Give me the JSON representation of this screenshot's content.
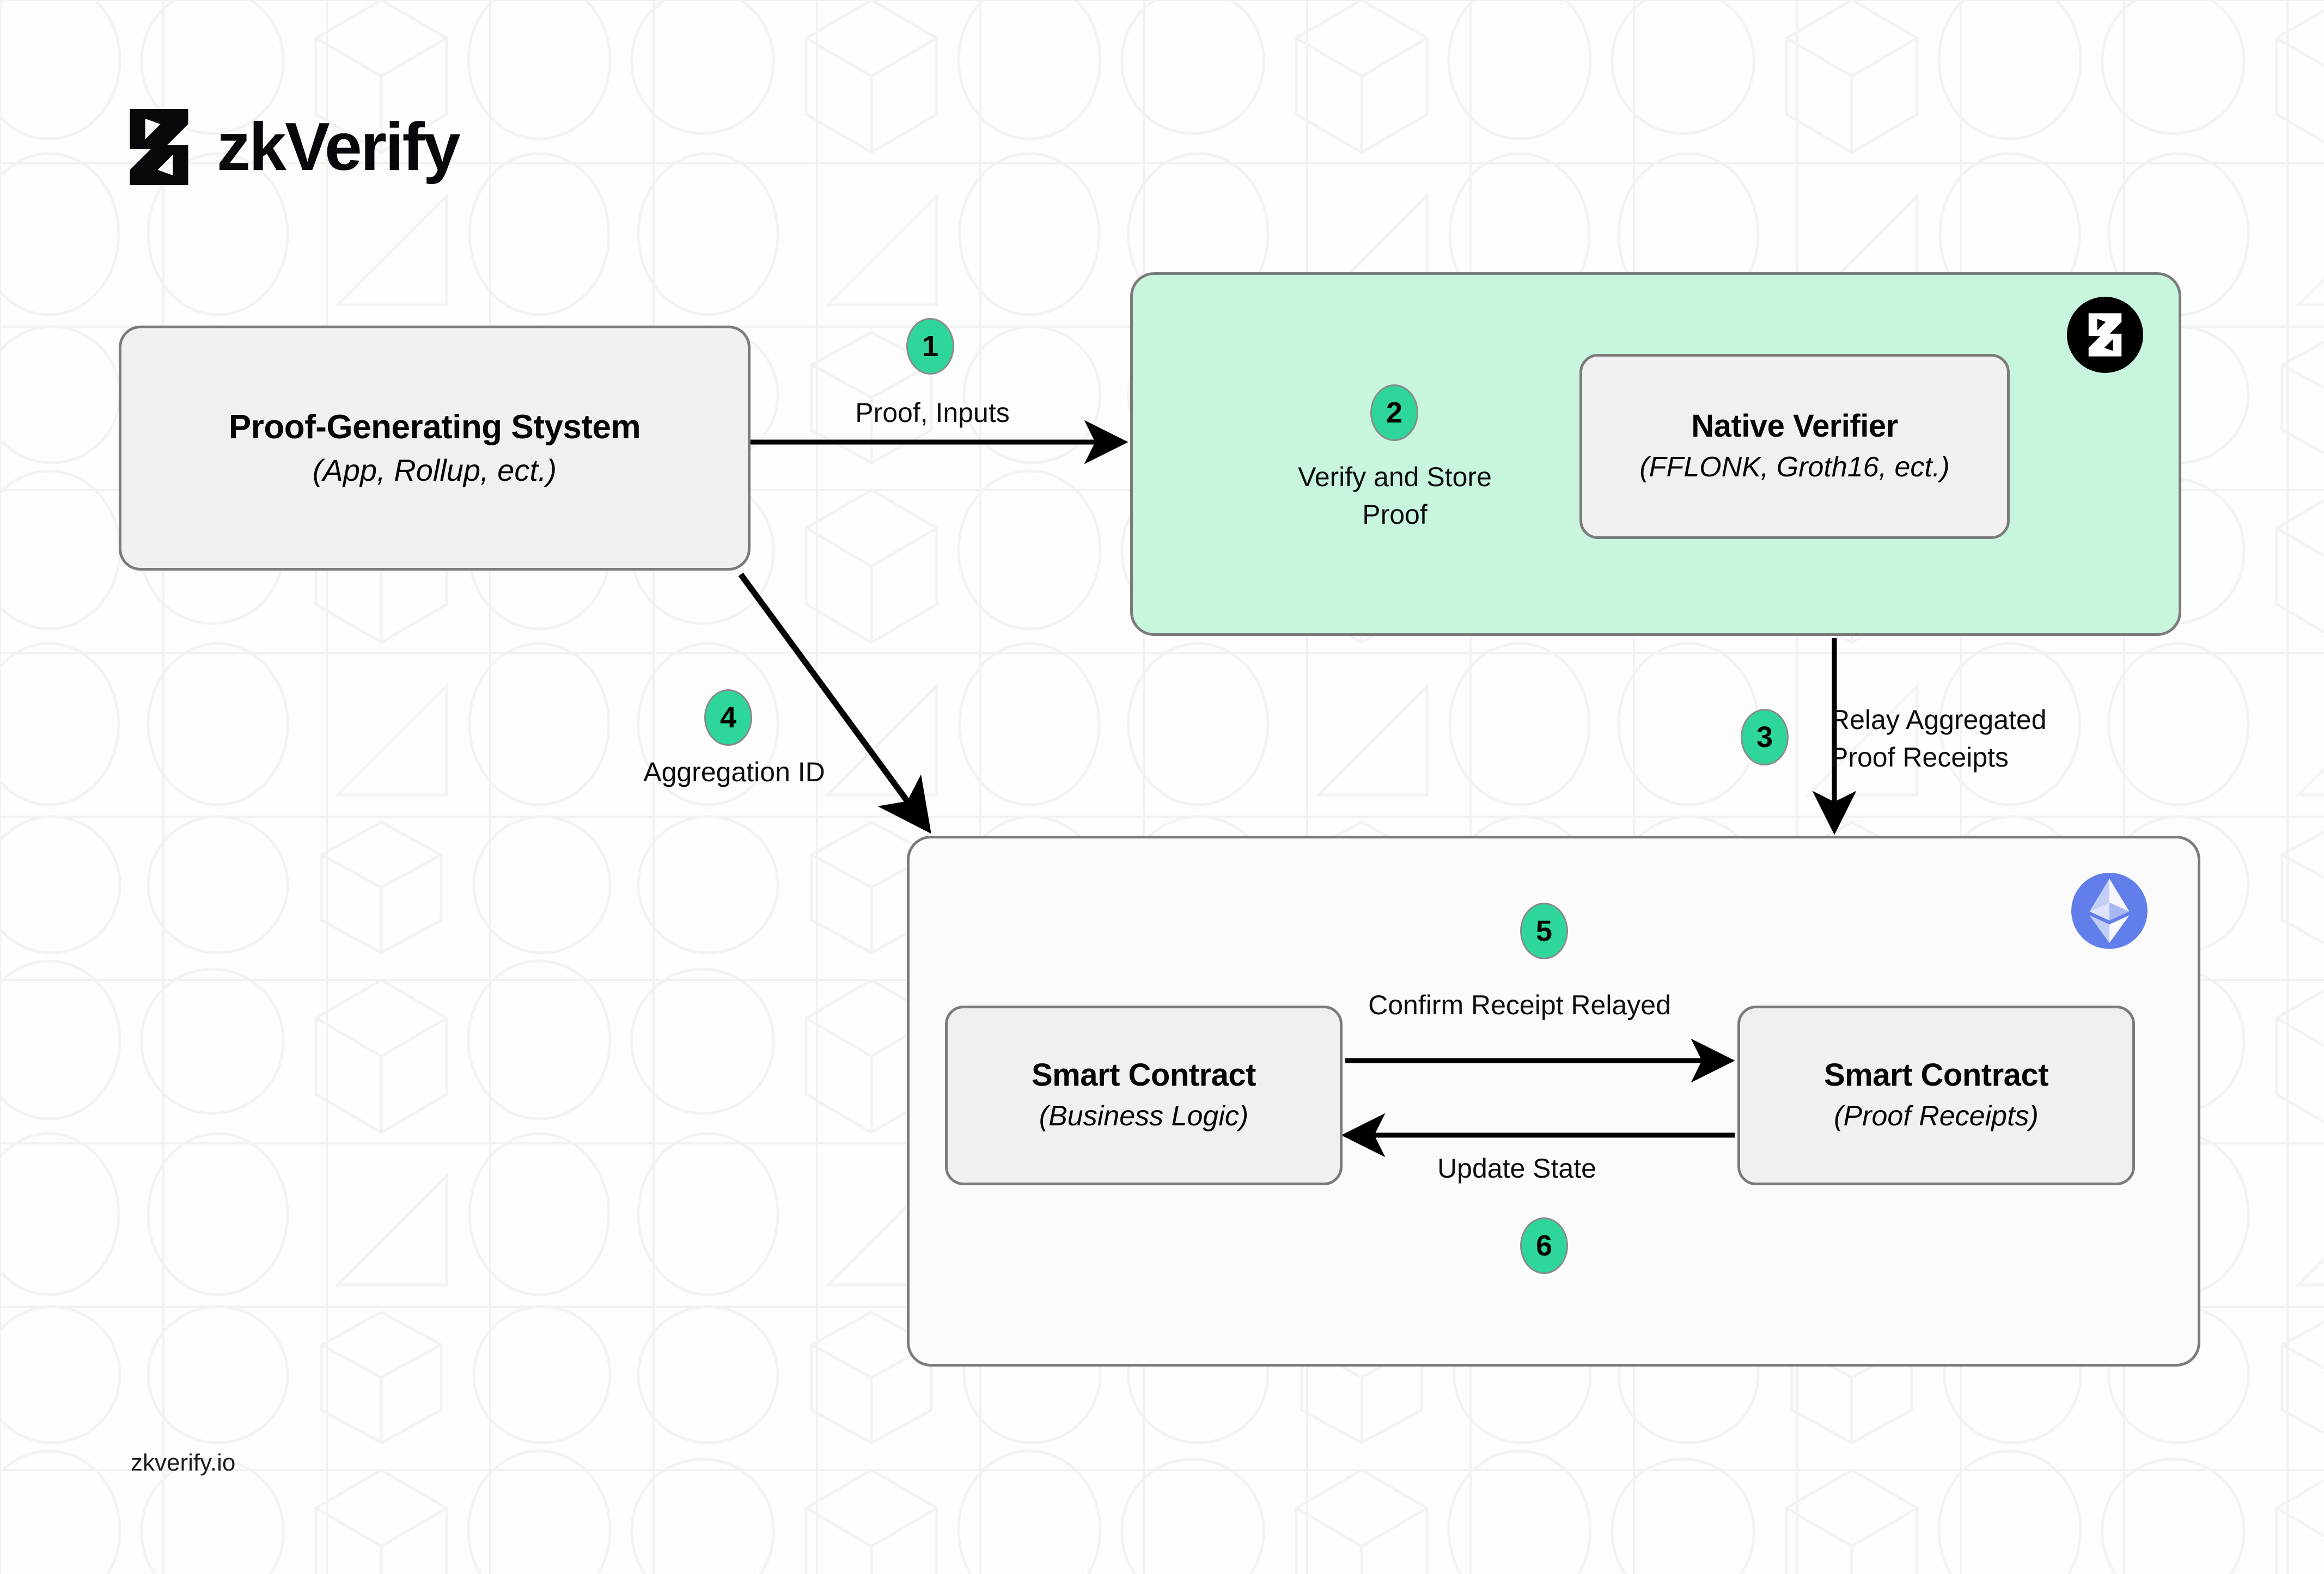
{
  "brand": {
    "logo_icon": "zkverify-hourglass-icon",
    "wordmark": "zkVerify",
    "footer_url": "zkverify.io",
    "accent_green": "#2ed699",
    "panel_green": "#c7f5de",
    "ethereum_blue": "#627eea",
    "node_fill": "#f0f0f0",
    "node_stroke": "#7b7b7b"
  },
  "nodes": {
    "proof_generating_system": {
      "title": "Proof-Generating Stystem",
      "subtitle": "(App, Rollup, ect.)"
    },
    "native_verifier": {
      "title": "Native Verifier",
      "subtitle": "(FFLONK, Groth16, ect.)"
    },
    "smart_contract_business_logic": {
      "title": "Smart Contract",
      "subtitle": "(Business Logic)"
    },
    "smart_contract_proof_receipts": {
      "title": "Smart Contract",
      "subtitle": "(Proof Receipts)"
    }
  },
  "panels": {
    "zkverify": {
      "badge_icon": "zkverify-hourglass-icon"
    },
    "ethereum": {
      "badge_icon": "ethereum-diamond-icon"
    }
  },
  "steps": [
    {
      "number": "1",
      "label": "Proof, Inputs"
    },
    {
      "number": "2",
      "label": "Verify and Store\nProof"
    },
    {
      "number": "3",
      "label": "Relay Aggregated\nProof Receipts"
    },
    {
      "number": "4",
      "label": "Aggregation ID"
    },
    {
      "number": "5",
      "label": "Confirm Receipt Relayed"
    },
    {
      "number": "6",
      "label": "Update State"
    }
  ]
}
